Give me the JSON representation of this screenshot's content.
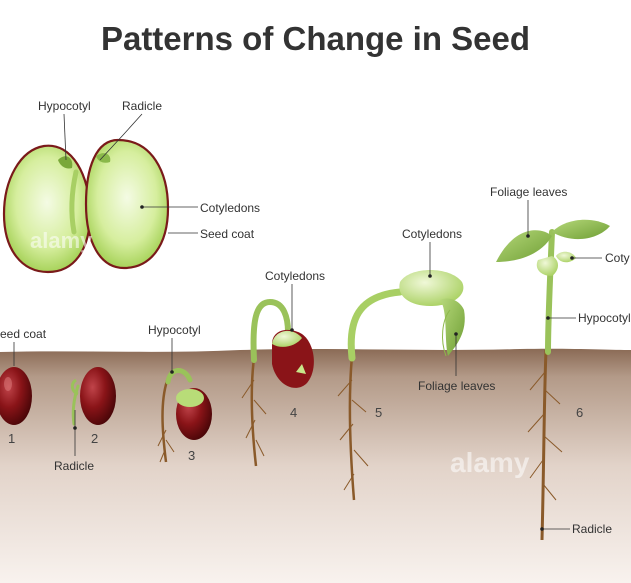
{
  "title": "Patterns of Change in Seed",
  "labels": {
    "hypocotyl_top": "Hypocotyl",
    "radicle_top": "Radicle",
    "cotyledons_seed": "Cotyledons",
    "seed_coat_right": "Seed coat",
    "seed_coat_left": "eed coat",
    "radicle_stage2": "Radicle",
    "hypocotyl_stage3": "Hypocotyl",
    "cotyledons_stage4": "Cotyledons",
    "cotyledons_stage5": "Cotyledons",
    "foliage_leaves_stage5": "Foliage leaves",
    "foliage_leaves_stage6": "Foliage leaves",
    "cotyledons_stage6": "Coty",
    "hypocotyl_stage6": "Hypocotyl",
    "radicle_stage6": "Radicle"
  },
  "stages": [
    "1",
    "2",
    "3",
    "4",
    "5",
    "6"
  ],
  "watermark": "alamy",
  "colors": {
    "soil_top": "#8a6a55",
    "soil_bottom": "#f6efea",
    "seed_red": "#7a0f12",
    "seed_green": "#c8e68a",
    "leaf_green": "#8db84a",
    "stem_green": "#9ac25a",
    "root_brown": "#8a5a2a"
  }
}
